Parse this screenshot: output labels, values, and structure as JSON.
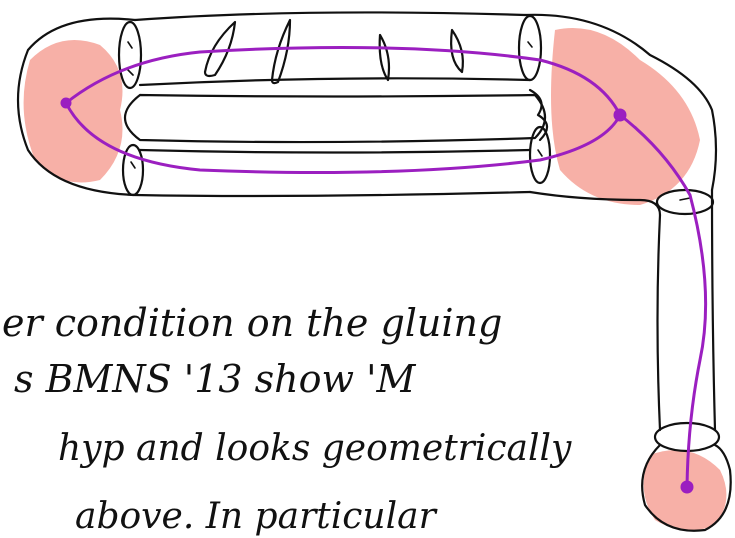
{
  "colors": {
    "ink": "#111111",
    "shading": "#f4958a",
    "path": "#9b1fc0",
    "background": "#ffffff"
  },
  "text_lines": [
    "er condition on the gluing",
    "s BMNS '13 show 'M",
    "hyp and looks geometrically",
    "above. In particular"
  ],
  "icons": {
    "vertex_marker": "purple-dot",
    "tube_cuff": "ellipse-cuff"
  }
}
